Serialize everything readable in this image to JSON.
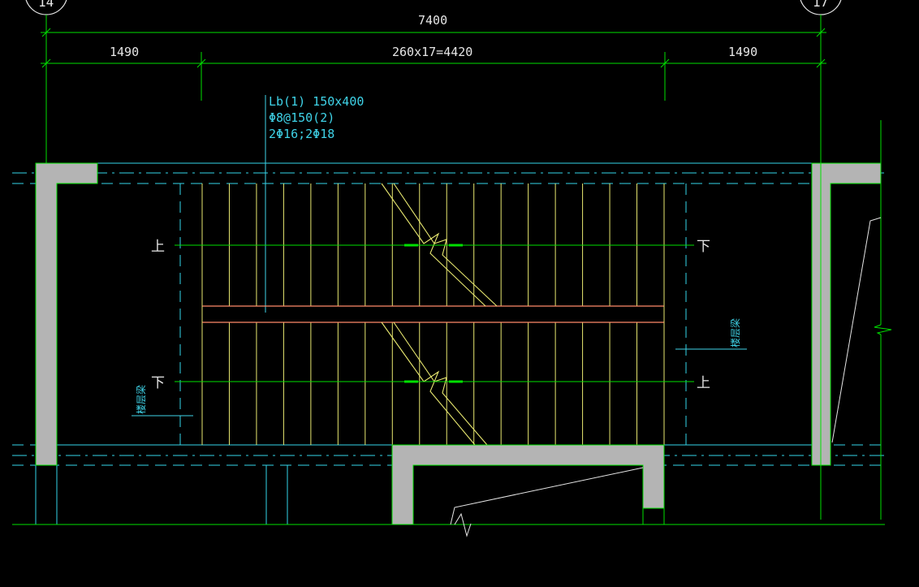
{
  "axes": {
    "left": "14",
    "right": "17"
  },
  "dimensions": {
    "overall": "7400",
    "left_segment": "1490",
    "middle_segment": "260x17=4420",
    "right_segment": "1490"
  },
  "beam_callout": {
    "line1": "Lb(1) 150x400",
    "line2": "Φ8@150(2)",
    "line3": "2Φ16;2Φ18"
  },
  "direction_marks": {
    "upper_left": "上",
    "upper_right": "下",
    "lower_left": "下",
    "lower_right": "上"
  },
  "labels": {
    "right_landing_beam": "楼层梁",
    "left_landing_beam": "楼层梁"
  },
  "colors": {
    "background": "#000000",
    "dimension": "#00e000",
    "axis_line": "#33d6ea",
    "tread": "#e8e870",
    "handrail": "#ff8a6a",
    "wall_fill": "#b4b4b4",
    "annotation": "#3fd3e8"
  },
  "stair": {
    "tread_count_per_flight": 17
  }
}
